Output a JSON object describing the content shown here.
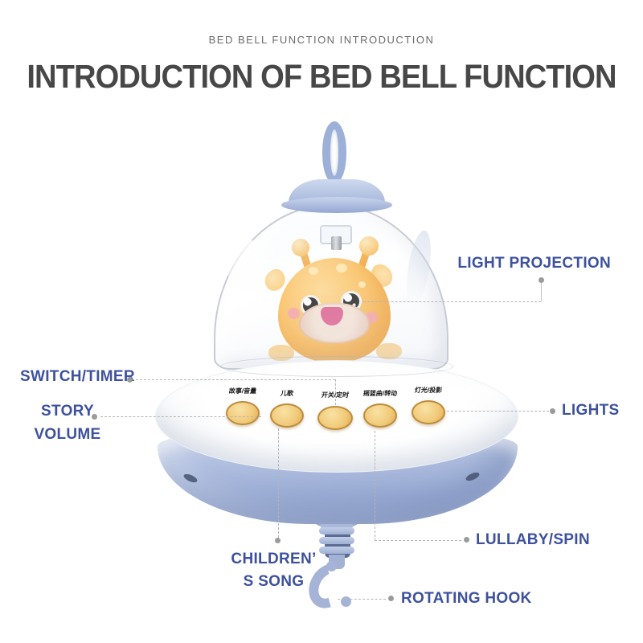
{
  "header": {
    "eyebrow": "BED BELL FUNCTION INTRODUCTION",
    "title": "INTRODUCTION OF BED BELL FUNCTION"
  },
  "callouts": {
    "color": "#3d519e",
    "light_projection": "LIGHT PROJECTION",
    "switch_timer": "SWITCH/TIMER",
    "story_volume_line1": "STORY",
    "story_volume_line2": "VOLUME",
    "lights": "LIGHTS",
    "children_song_line1": "CHILDREN’",
    "children_song_line2": "S SONG",
    "lullaby_spin": "LULLABY/SPIN",
    "rotating_hook": "ROTATING HOOK"
  },
  "product": {
    "type": "baby crib bed-bell with clear dome, giraffe character, UFO saucer body",
    "colors": {
      "plastic_blue": "#aab9dc",
      "plastic_blue_dark": "#8b9dca",
      "groove_dark": "#5d6c92",
      "button_fill": "#f1ca7a",
      "button_rim": "#bd8c3c",
      "character_orange": "#f9b64a",
      "muzzle_tan": "#eed7c8",
      "mouth_pink": "#dc5f8e",
      "cheek_pink": "#f49ab0",
      "saucer_white": "#ffffff"
    },
    "buttons": [
      {
        "label_cn": "故事/音量"
      },
      {
        "label_cn": "儿歌"
      },
      {
        "label_cn": "开关/定时"
      },
      {
        "label_cn": "摇篮曲/转动"
      },
      {
        "label_cn": "灯光/投影"
      }
    ]
  }
}
